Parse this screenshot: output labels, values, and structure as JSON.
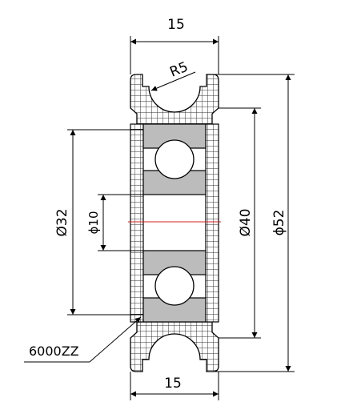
{
  "drawing": {
    "top_width": "15",
    "bottom_width": "15",
    "groove_radius": "R5",
    "outer_diameter": "ϕ52",
    "groove_diameter": "Ø40",
    "bearing_outer_diameter": "Ø32",
    "bore_diameter": "ϕ10",
    "bearing_part": "6000ZZ"
  },
  "colors": {
    "line": "#000000",
    "hatch": "#333333",
    "bearing_ring": "#bcbcbc",
    "centerline": "#d02020"
  }
}
